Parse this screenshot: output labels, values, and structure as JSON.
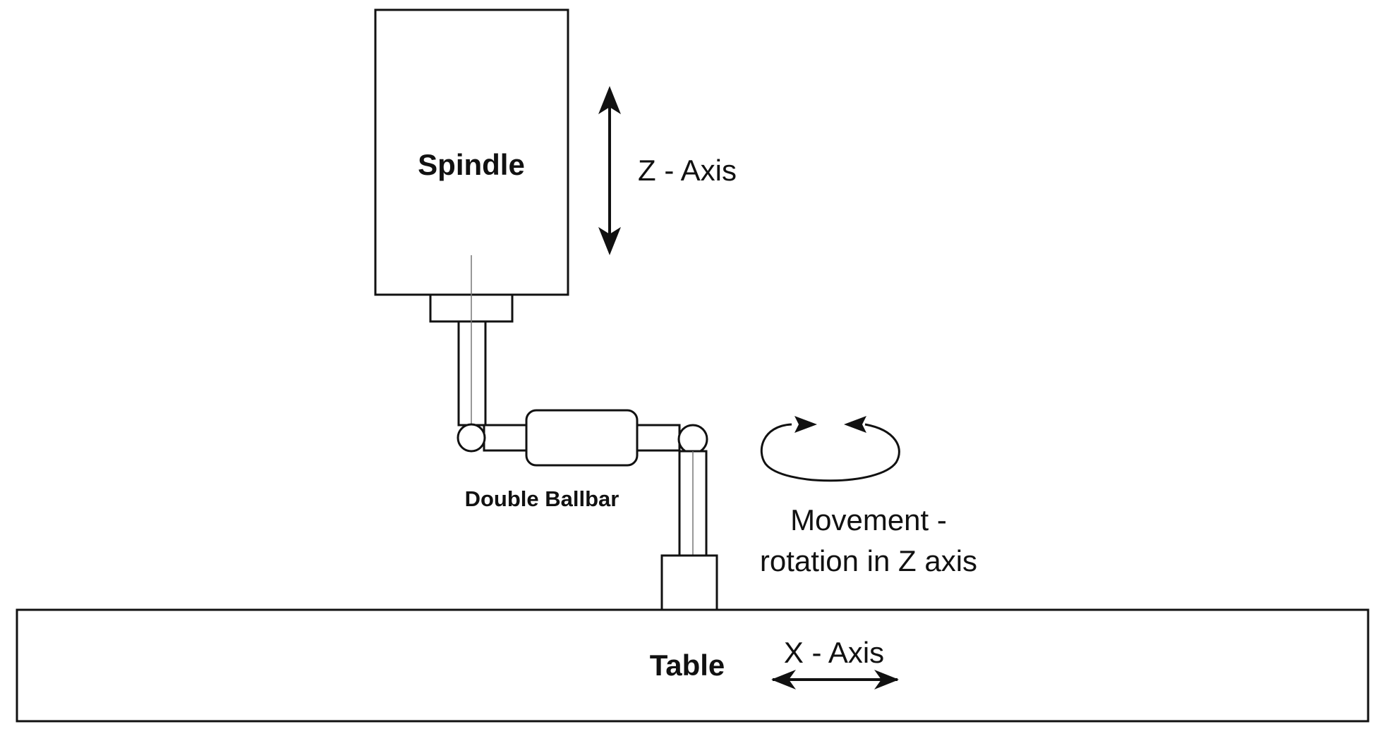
{
  "labels": {
    "spindle": "Spindle",
    "z_axis": "Z - Axis",
    "double_ballbar": "Double Ballbar",
    "movement_line1": "Movement -",
    "movement_line2": "rotation in Z axis",
    "table": "Table",
    "x_axis": "X - Axis"
  },
  "colors": {
    "stroke": "#111111",
    "fill": "#ffffff",
    "thin_line": "#777777"
  }
}
